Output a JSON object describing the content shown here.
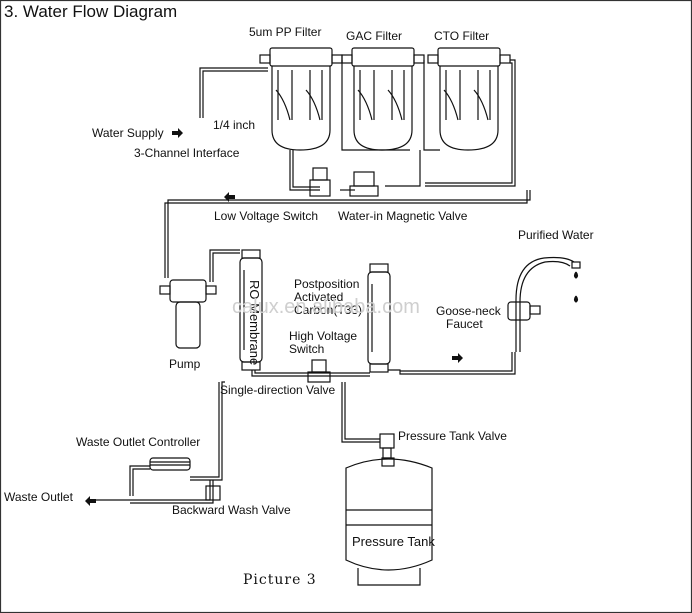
{
  "title": "3. Water Flow Diagram",
  "labels": {
    "pp_filter": "5um PP Filter",
    "gac_filter": "GAC Filter",
    "cto_filter": "CTO Filter",
    "quarter_inch": "1/4 inch",
    "water_supply": "Water Supply",
    "three_channel": "3-Channel  Interface",
    "low_voltage": "Low Voltage Switch",
    "water_in_valve": "Water-in Magnetic Valve",
    "purified_water": "Purified Water",
    "ro_membrane": "RO Membrane",
    "postposition_1": "Postposition",
    "postposition_2": "Activated",
    "postposition_3": "Carbon(T33)",
    "gooseneck_1": "Goose-neck",
    "gooseneck_2": "Faucet",
    "high_voltage_1": "High Voltage",
    "high_voltage_2": "Switch",
    "pump": "Pump",
    "single_direction": "Single-direction Valve",
    "waste_controller": "Waste Outlet Controller",
    "pressure_valve": "Pressure Tank Valve",
    "waste_outlet": "Waste Outlet",
    "backward_wash": "Backward Wash Valve",
    "pressure_tank": "Pressure Tank"
  },
  "caption": "Picture 3",
  "watermark": "calux.en.alibaba.com"
}
